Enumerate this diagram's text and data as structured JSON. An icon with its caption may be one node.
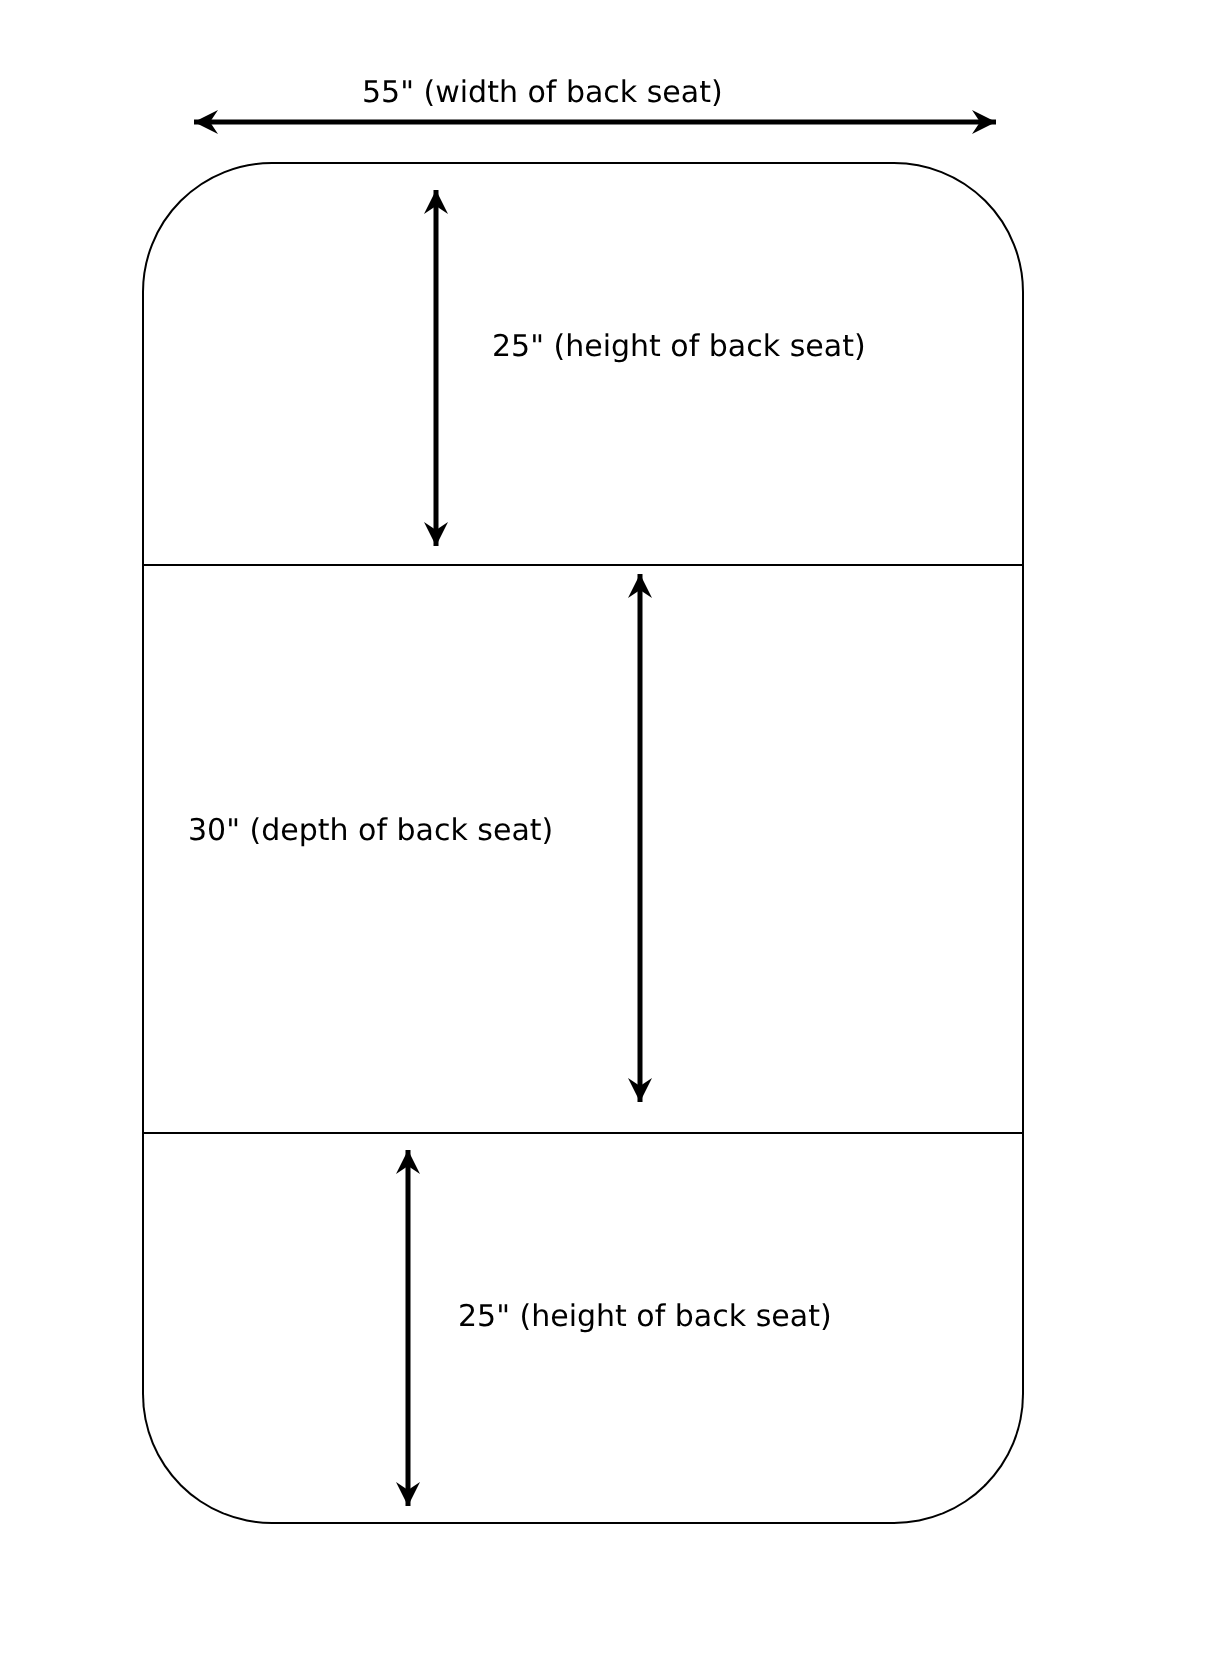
{
  "diagram": {
    "nodes": [
      {
        "text": [
          "25\" (height of back seat)"
        ]
      },
      {
        "text": [
          "30\" (depth of back seat)"
        ]
      },
      {
        "text": [
          "25\" (height of back seat)"
        ]
      }
    ],
    "labels": [
      "55\" (width of back seat)"
    ]
  }
}
